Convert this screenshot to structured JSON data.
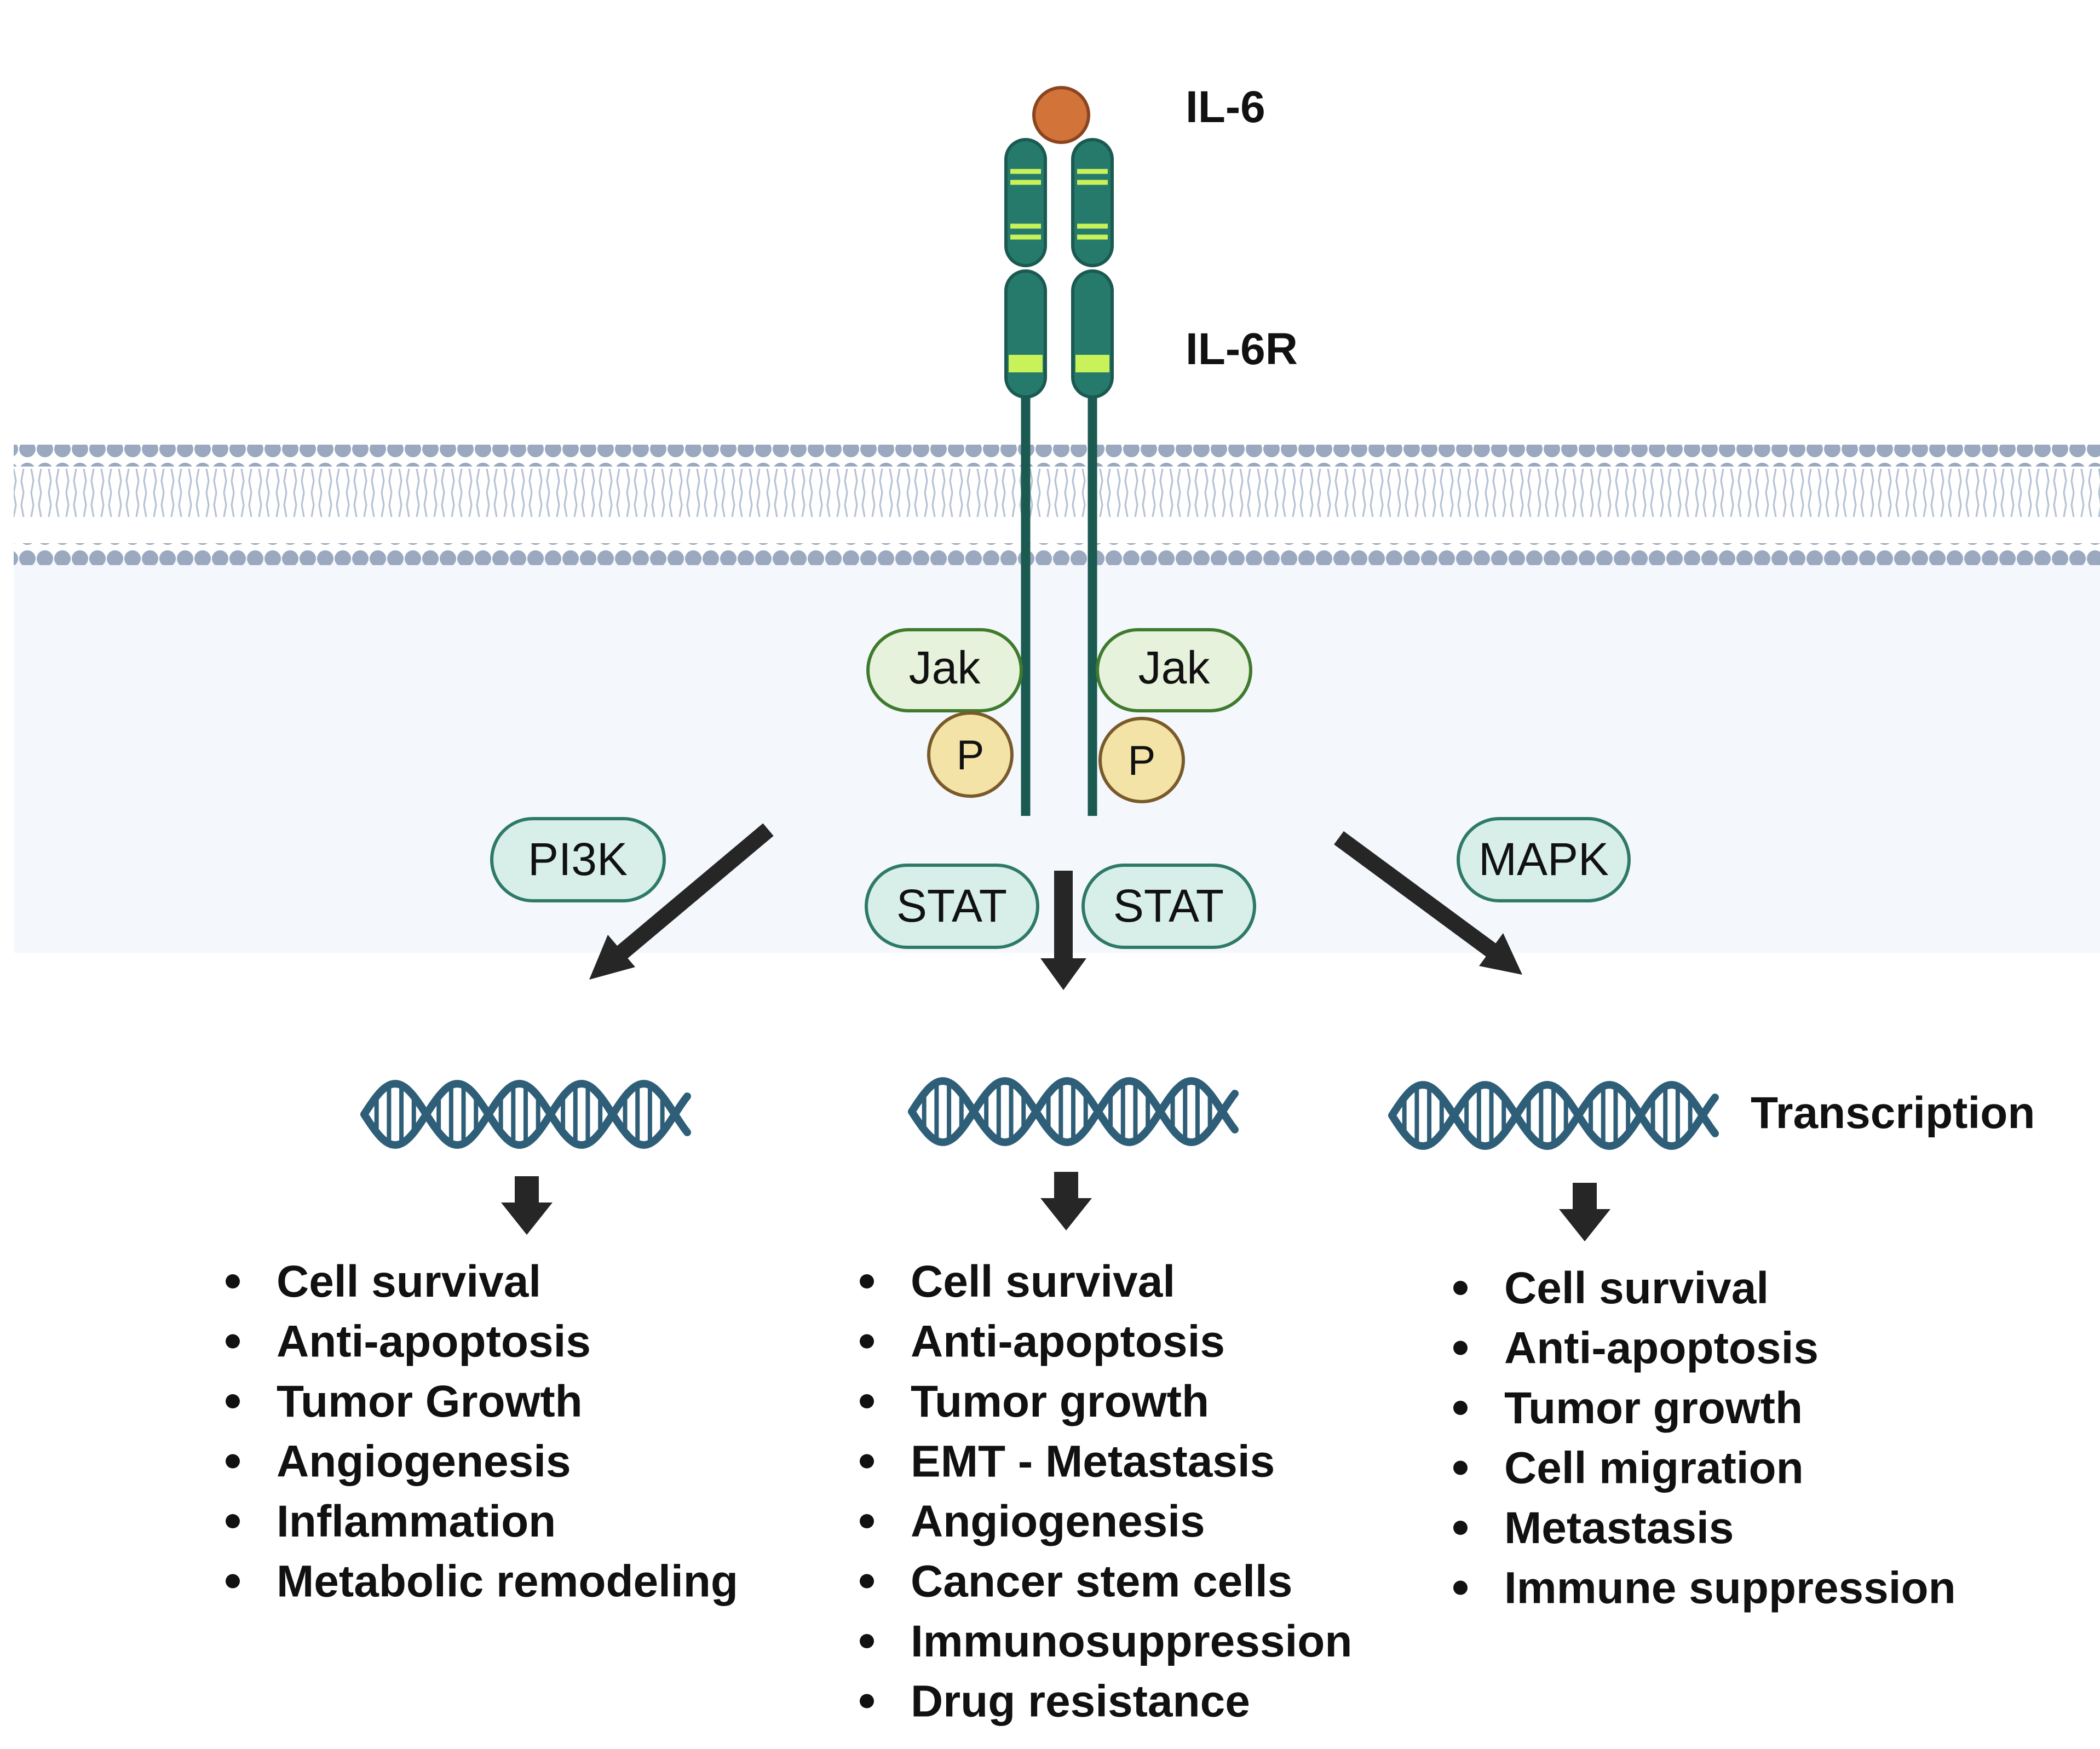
{
  "colors": {
    "ligand": "#d2733a",
    "receptor": "#257a6c",
    "receptor_stroke": "#1a5a51",
    "receptor_band": "#c9f25a",
    "membrane_head": "#9aa9bf",
    "membrane_tail": "#b6c2d4",
    "cytoplasm": "#f4f8fd",
    "jak_fill": "#e6f2dc",
    "jak_stroke": "#3f7a2d",
    "p_fill": "#f3e3a6",
    "p_stroke": "#7a5a2a",
    "pathway_fill": "#d8efe9",
    "pathway_stroke": "#2e7a66",
    "dna": "#2f5f78",
    "arrow": "#262626"
  },
  "labels": {
    "ligand": "IL-6",
    "receptor": "IL-6R",
    "transcription": "Transcription"
  },
  "kinases": {
    "jak_left": "Jak",
    "jak_right": "Jak",
    "p_left": "P",
    "p_right": "P"
  },
  "pathways": {
    "pi3k": "PI3K",
    "stat_left": "STAT",
    "stat_right": "STAT",
    "mapk": "MAPK"
  },
  "outcomes": {
    "pi3k": [
      "Cell survival",
      "Anti-apoptosis",
      "Tumor Growth",
      "Angiogenesis",
      "Inflammation",
      "Metabolic remodeling"
    ],
    "stat": [
      "Cell survival",
      "Anti-apoptosis",
      "Tumor growth",
      "EMT - Metastasis",
      "Angiogenesis",
      "Cancer stem cells",
      "Immunosuppression",
      "Drug resistance"
    ],
    "mapk": [
      "Cell survival",
      "Anti-apoptosis",
      "Tumor growth",
      "Cell migration",
      "Metastasis",
      "Immune suppression"
    ]
  }
}
